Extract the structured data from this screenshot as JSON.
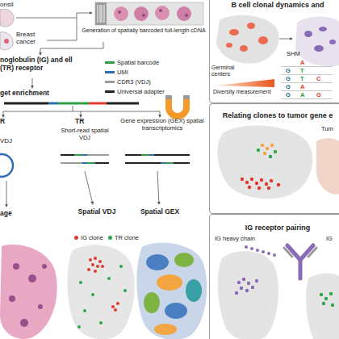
{
  "diagram": {
    "nodes": [
      {
        "text": [
          "B cell clonal dynamics and"
        ]
      },
      {
        "text": [
          "Relating clones to tumor gene e"
        ]
      },
      {
        "text": [
          "IG receptor pairing"
        ]
      }
    ],
    "labels": [
      "onsil",
      "Breast cancer",
      "Generation of spatially barcoded full-length cDNA",
      "noglobulin (IG) and ell (TR) receptor",
      "get enrichment",
      "R",
      "VDJ",
      "TR",
      "Short-read spatial VDJ",
      "Gene expression (GEX) spatial transcriptomics",
      "age",
      "Spatial VDJ",
      "Spatial GEX",
      "Germinal centers",
      "SHM",
      "A",
      "G",
      "T",
      "G",
      "T",
      "C",
      "G",
      "A",
      "G",
      "A",
      "G",
      "Diversity measurement",
      "Tum",
      "IG heavy chain",
      "IG"
    ],
    "legend": [
      {
        "text": "Spatial barcode",
        "color": "#2f9e44"
      },
      {
        "text": "UMI",
        "color": "#2f6db5"
      },
      {
        "text": "CDR3 (VDJ)",
        "color": "#9a9a9a"
      },
      {
        "text": "Universal adapter",
        "color": "#222222"
      },
      {
        "text": "IG clone",
        "color": "#e03a2f"
      },
      {
        "text": "TR clone",
        "color": "#2aa84a"
      }
    ]
  }
}
